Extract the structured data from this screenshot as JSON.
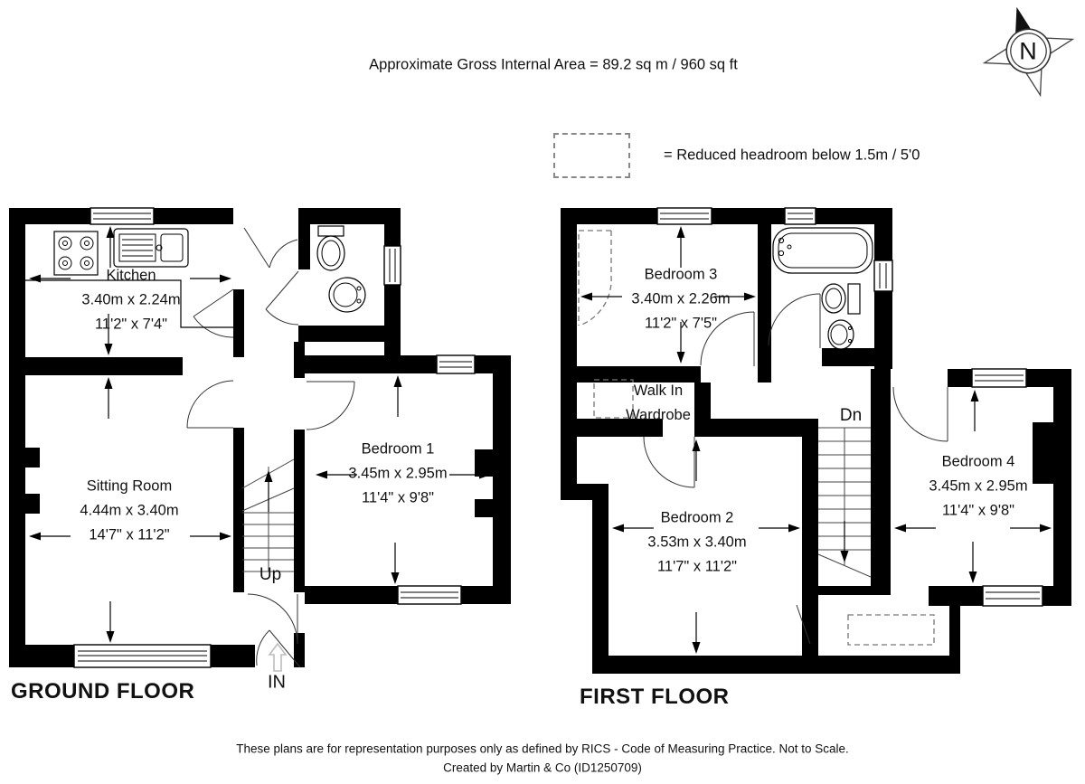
{
  "title": "Approximate Gross Internal Area = 89.2 sq m / 960 sq ft",
  "legend": {
    "label": "= Reduced headroom below 1.5m / 5'0"
  },
  "compass": {
    "north_label": "N"
  },
  "ground_floor": {
    "label": "GROUND FLOOR",
    "stairs_label": "Up",
    "entrance_label": "IN",
    "rooms": {
      "kitchen": {
        "name": "Kitchen",
        "metric": "3.40m x 2.24m",
        "imperial": "11'2\" x 7'4\""
      },
      "sitting_room": {
        "name": "Sitting Room",
        "metric": "4.44m x 3.40m",
        "imperial": "14'7\" x 11'2\""
      },
      "bedroom_1": {
        "name": "Bedroom 1",
        "metric": "3.45m x 2.95m",
        "imperial": "11'4\" x 9'8\""
      }
    }
  },
  "first_floor": {
    "label": "FIRST FLOOR",
    "stairs_label": "Dn",
    "rooms": {
      "bedroom_3": {
        "name": "Bedroom 3",
        "metric": "3.40m x 2.26m",
        "imperial": "11'2\" x 7'5\""
      },
      "walk_in_wardrobe": {
        "name_line1": "Walk In",
        "name_line2": "Wardrobe"
      },
      "bedroom_2": {
        "name": "Bedroom 2",
        "metric": "3.53m x 3.40m",
        "imperial": "11'7\" x 11'2\""
      },
      "bedroom_4": {
        "name": "Bedroom 4",
        "metric": "3.45m x 2.95m",
        "imperial": "11'4\" x 9'8\""
      }
    }
  },
  "footer": {
    "line1": "These plans are for representation purposes only as defined by RICS - Code of Measuring Practice. Not to Scale.",
    "line2": "Created by Martin & Co (ID1250709)"
  }
}
